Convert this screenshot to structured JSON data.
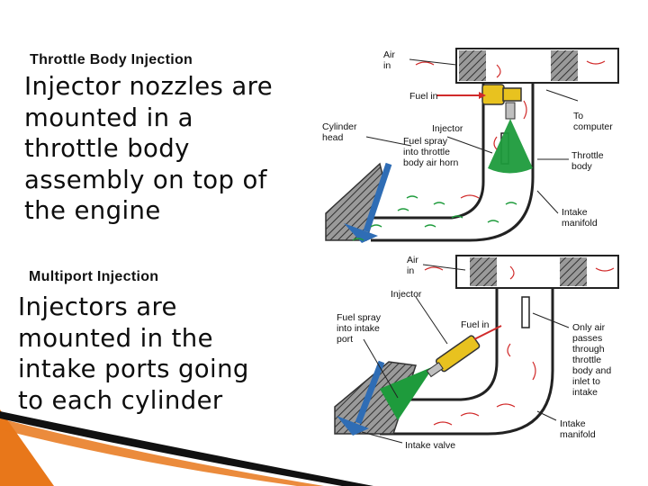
{
  "slide": {
    "section1": {
      "heading": "Throttle Body Injection",
      "body": "Injector nozzles are\nmounted in a\nthrottle body\nassembly on top of\nthe engine"
    },
    "section2": {
      "heading": "Multiport Injection",
      "body": "Injectors are\nmounted in the\nintake ports going\nto each cylinder"
    }
  },
  "diagram_tbi": {
    "labels": {
      "air_in": "Air\nin",
      "fuel_in": "Fuel in",
      "cylinder_head": "Cylinder\nhead",
      "injector": "Injector",
      "fuel_spray": "Fuel spray\ninto throttle\nbody air horn",
      "to_computer": "To\ncomputer",
      "throttle_body": "Throttle\nbody",
      "intake_manifold": "Intake\nmanifold"
    }
  },
  "diagram_mpi": {
    "labels": {
      "air_in": "Air\nin",
      "injector": "Injector",
      "fuel_spray": "Fuel spray\ninto intake\nport",
      "fuel_in": "Fuel in",
      "only_air": "Only air\npasses\nthrough\nthrottle\nbody and\ninlet to\nintake",
      "intake_manifold": "Intake\nmanifold",
      "intake_valve": "Intake valve"
    }
  },
  "colors": {
    "fuel_spray": "#1e9b3c",
    "injector": "#e8c21f",
    "valve": "#2f6db5",
    "air_flow": "#d12a2a",
    "accent": "#e8771a"
  }
}
